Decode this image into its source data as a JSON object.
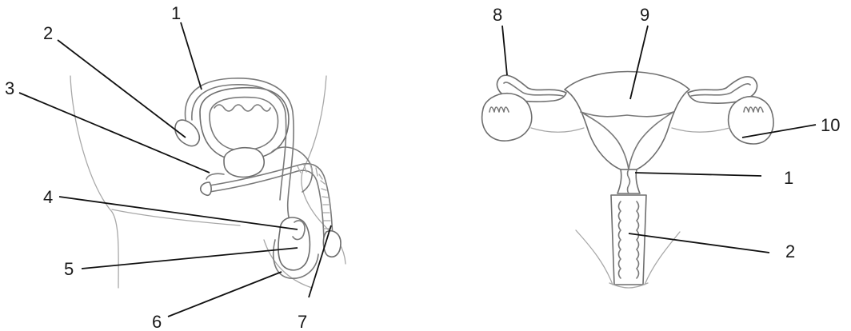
{
  "male_diagram": {
    "labels": [
      "1",
      "2",
      "3",
      "4",
      "5",
      "6",
      "7"
    ]
  },
  "female_diagram": {
    "labels": [
      "8",
      "9",
      "10",
      "1",
      "2"
    ]
  }
}
